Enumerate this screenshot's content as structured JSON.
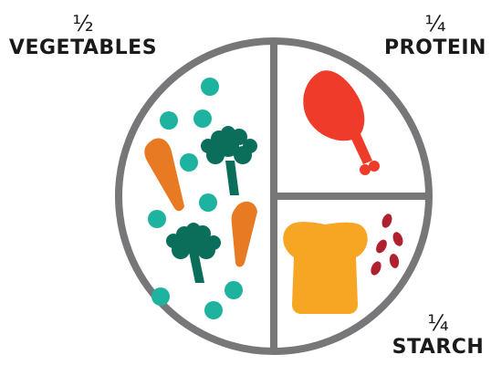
{
  "labels": {
    "vegetables": {
      "fraction": "½",
      "text": "VEGETABLES"
    },
    "protein": {
      "fraction": "¼",
      "text": "PROTEIN"
    },
    "starch": {
      "fraction": "¼",
      "text": "STARCH"
    }
  },
  "colors": {
    "rim": "#77777a",
    "peas": "#1db39f",
    "broccoli": "#0b6e5a",
    "carrot": "#e87a24",
    "drumstick": "#ef3c2a",
    "bread": "#f6a623",
    "beans": "#b0212f"
  }
}
